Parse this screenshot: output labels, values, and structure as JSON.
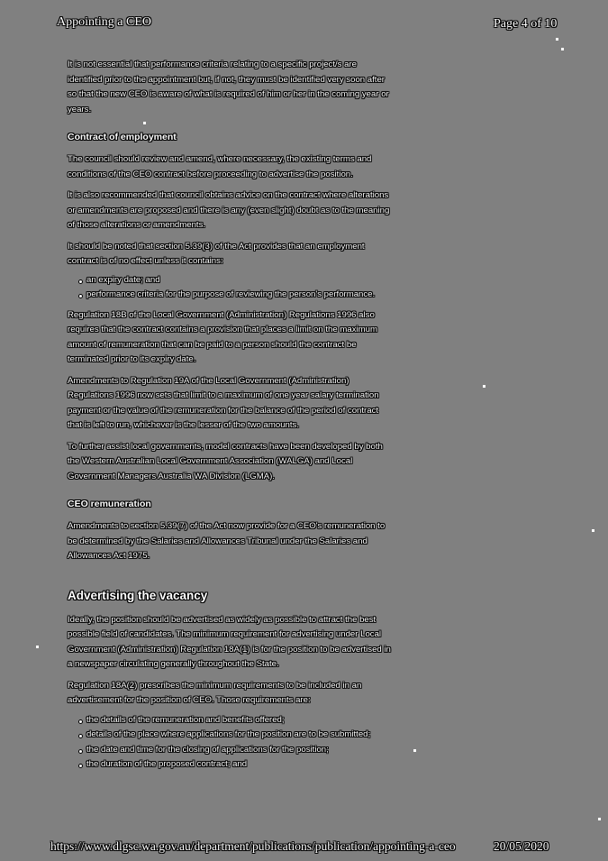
{
  "header": {
    "title": "Appointing a CEO",
    "page_indicator": "Page 4 of 10"
  },
  "content": {
    "intro_paragraph": "It is not essential that performance criteria relating to a specific project/s are identified prior to the appointment but, if not, they must be identified very soon after so that the new CEO is aware of what is required of him or her in the coming year or years.",
    "contract_section": {
      "heading": "Contract of employment",
      "paragraphs": [
        "The council should review and amend, where necessary, the existing terms and conditions of the CEO contract before proceeding to advertise the position.",
        "It is also recommended that council obtains advice on the contract where alterations or amendments are proposed and there is any (even slight) doubt as to the meaning of those alterations or amendments.",
        "It should be noted that section 5.39(3) of the Act provides that an employment contract is of no effect unless it contains:"
      ],
      "bullets": [
        "an expiry date; and",
        "performance criteria for the purpose of reviewing the person's performance."
      ],
      "paragraphs_after": [
        "Regulation 18B of the Local Government (Administration) Regulations 1996 also requires that the contract contains a provision that places a limit on the maximum amount of remuneration that can be paid to a person should the contract be terminated prior to its expiry date.",
        "Amendments to Regulation 19A of the Local Government (Administration) Regulations 1996 now sets that limit to a maximum of one year salary termination payment or the value of the remuneration for the balance of the period of contract that is left to run, whichever is the lesser of the two amounts.",
        "To further assist local governments, model contracts have been developed by both the Western Australian Local Government Association (WALGA) and Local Government Managers Australia WA Division (LGMA)."
      ]
    },
    "remuneration_section": {
      "heading": "CEO remuneration",
      "paragraph": "Amendments to section 5.39(7) of the Act now provide for a CEO's remuneration to be determined by the Salaries and Allowances Tribunal under the Salaries and Allowances Act 1975."
    },
    "advertising_section": {
      "heading": "Advertising the vacancy",
      "paragraphs": [
        "Ideally, the position should be advertised as widely as possible to attract the best possible field of candidates. The minimum requirement for advertising under Local Government (Administration) Regulation 18A(1) is for the position to be advertised in a newspaper circulating generally throughout the State.",
        "Regulation 18A(2) prescribes the minimum requirements to be included in an advertisement for the position of CEO. Those requirements are:"
      ],
      "bullets": [
        "the details of the remuneration and benefits offered;",
        "details of the place where applications for the position are to be submitted;",
        "the date and time for the closing of applications for the position;",
        "the duration of the proposed contract; and"
      ]
    }
  },
  "footer": {
    "url": "https://www.dlgsc.wa.gov.au/department/publications/publication/appointing-a-ceo",
    "date": "20/05/2020"
  },
  "colors": {
    "background": "#808080",
    "text_fill": "#ffffff",
    "text_outline": "#000000"
  }
}
